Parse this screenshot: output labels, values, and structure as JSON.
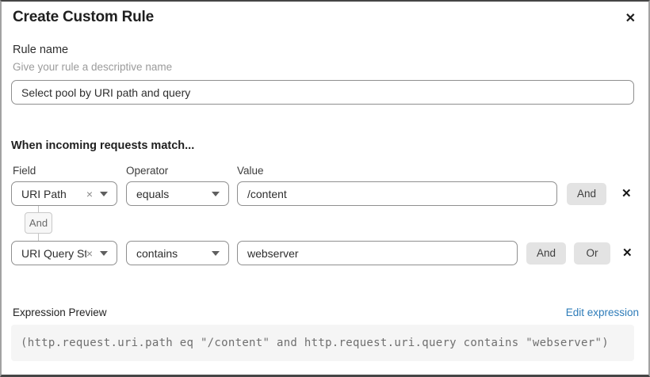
{
  "dialog": {
    "title": "Create Custom Rule",
    "close_icon": "✕"
  },
  "rule_name": {
    "label": "Rule name",
    "helper": "Give your rule a descriptive name",
    "value": "Select pool by URI path and query"
  },
  "match": {
    "heading": "When incoming requests match...",
    "columns": {
      "field": "Field",
      "operator": "Operator",
      "value": "Value"
    },
    "rows": [
      {
        "field": "URI Path",
        "operator": "equals",
        "value": "/content",
        "and_label": "And"
      },
      {
        "field": "URI Query St...",
        "operator": "contains",
        "value": "webserver",
        "and_label": "And",
        "or_label": "Or"
      }
    ],
    "connector_label": "And",
    "clear_icon": "×",
    "remove_icon": "✕"
  },
  "expression": {
    "label": "Expression Preview",
    "edit_link": "Edit expression",
    "code": "(http.request.uri.path eq \"/content\" and http.request.uri.query contains \"webserver\")"
  },
  "colors": {
    "link_blue": "#2e7cb9",
    "button_gray": "#e3e3e3",
    "code_bg": "#f5f5f5",
    "border_gray": "#8f8f8f",
    "text_dark": "#1f1f1f",
    "helper_gray": "#9b9b9b"
  }
}
